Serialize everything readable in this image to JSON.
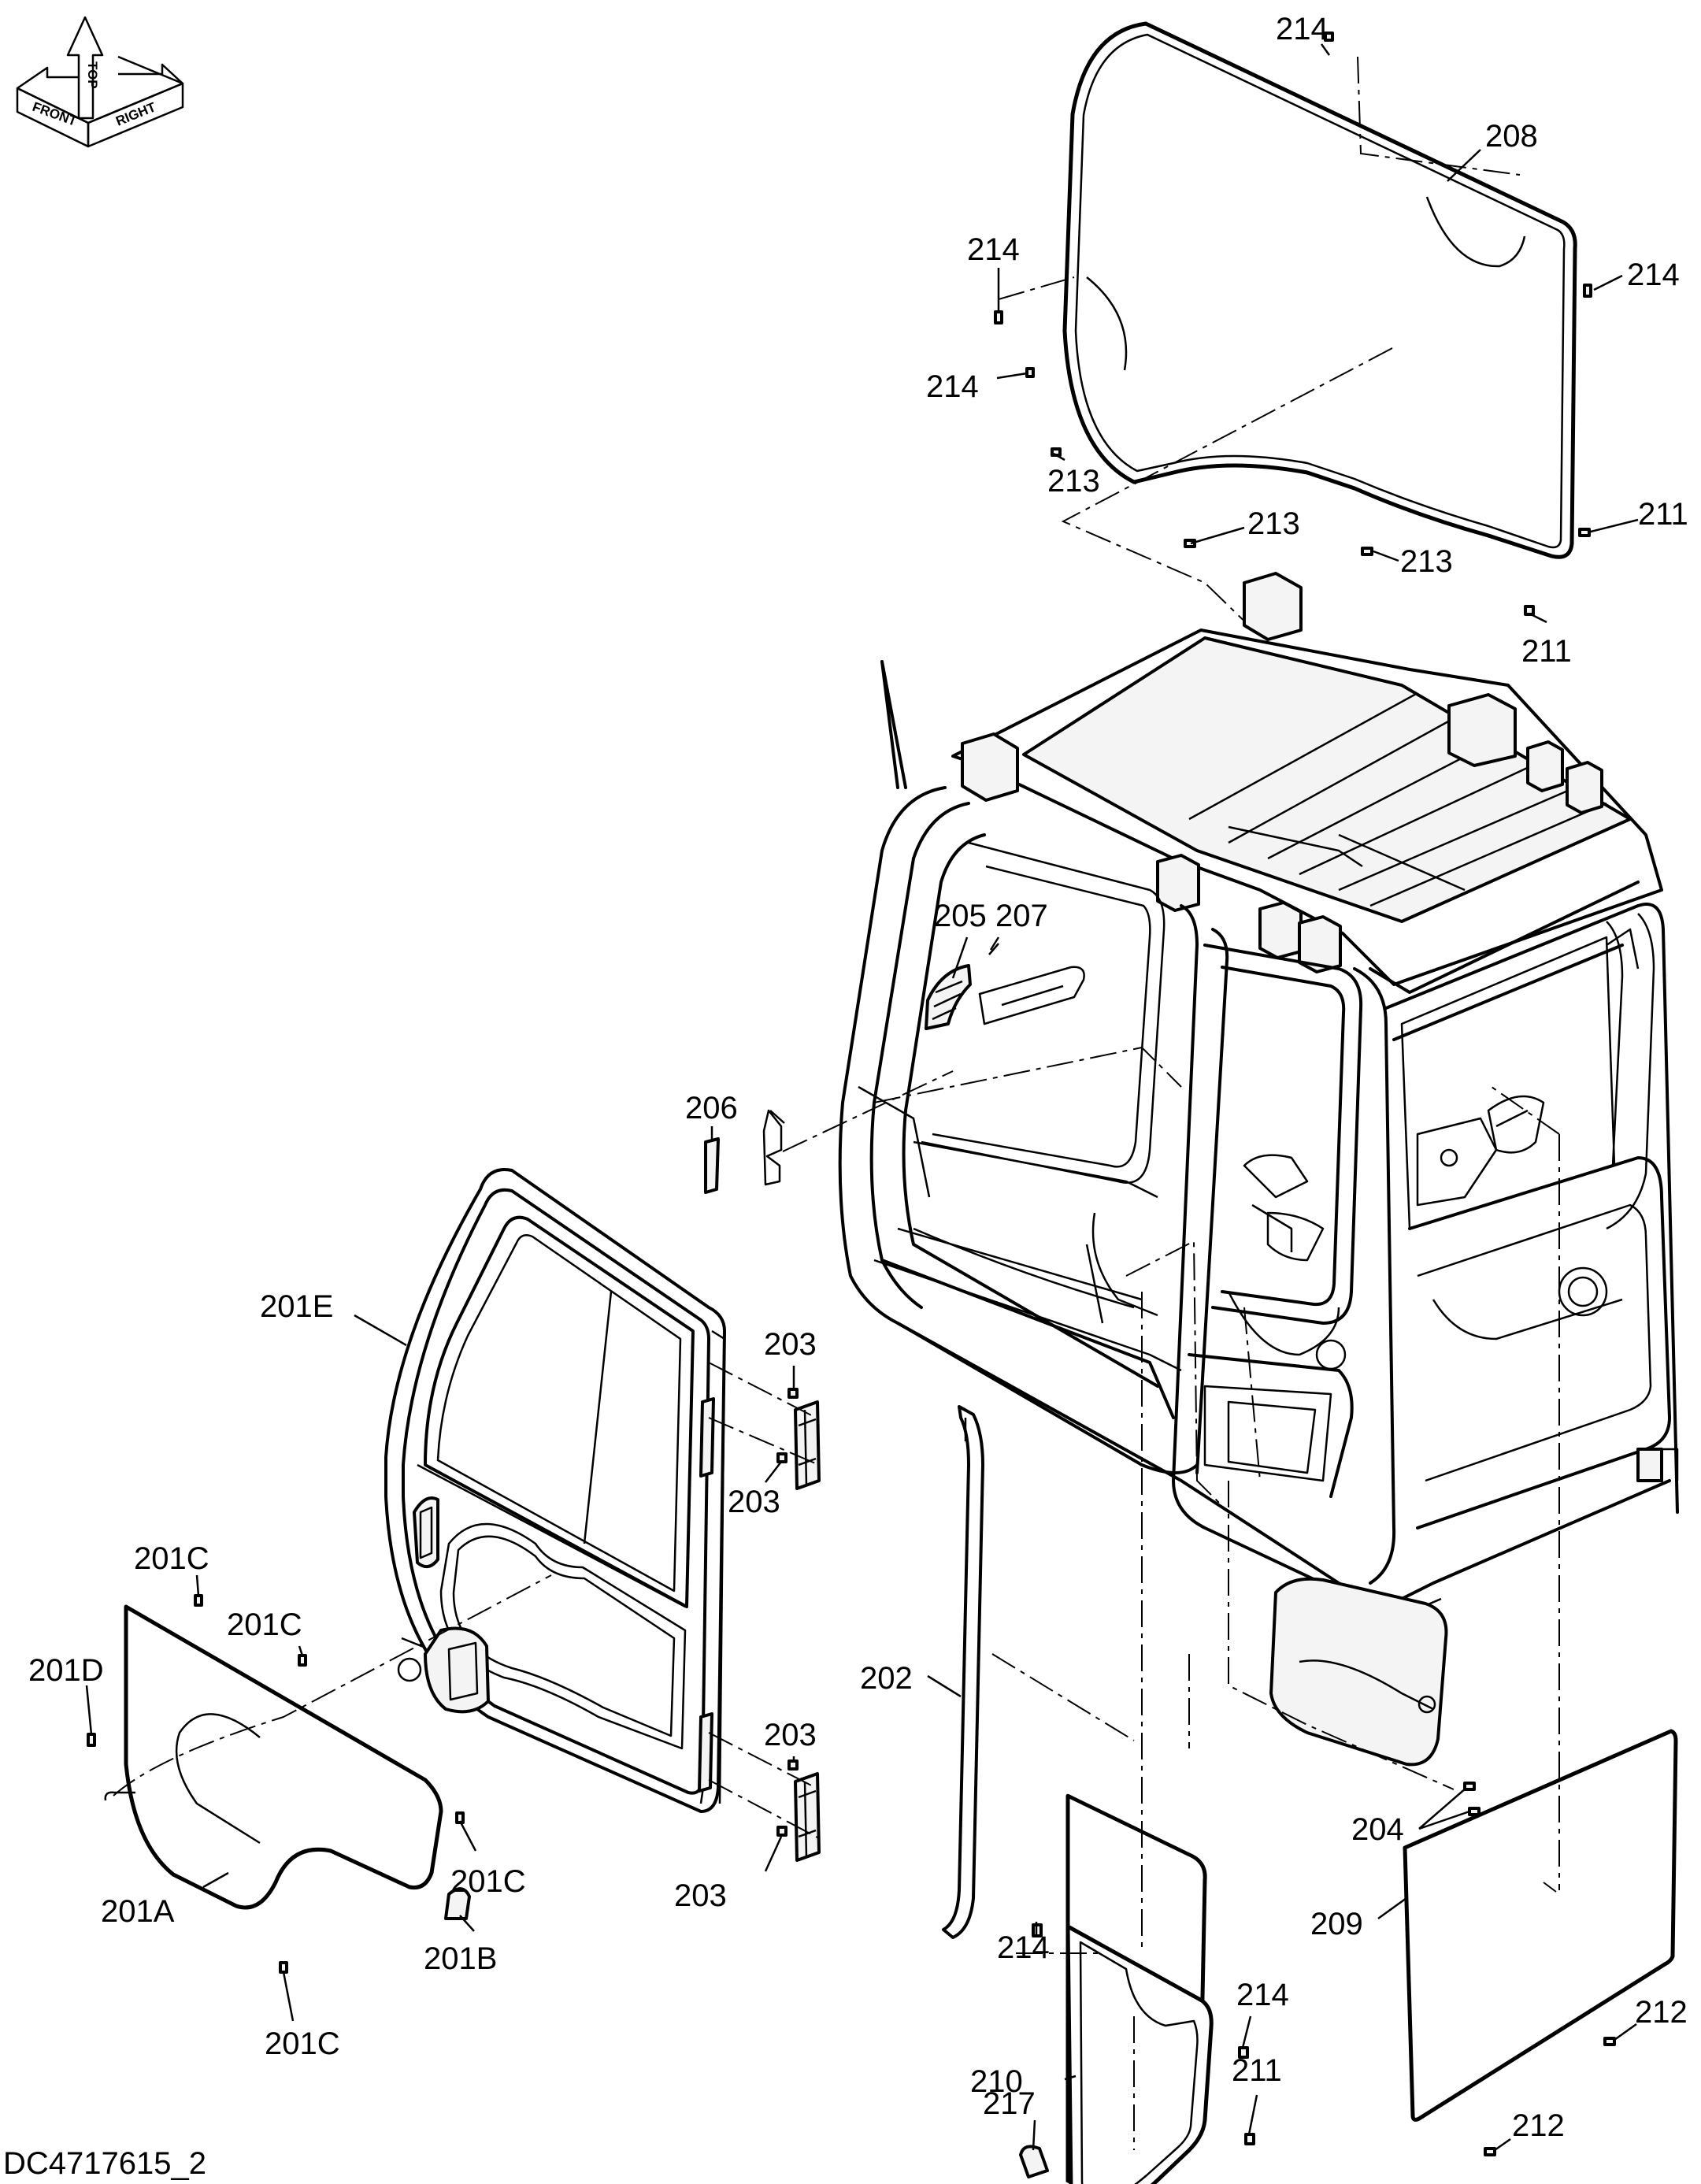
{
  "document_id": "DC4717615_2",
  "orientation_compass": {
    "labels": [
      "FRONT",
      "TOP",
      "RIGHT"
    ]
  },
  "callouts": [
    {
      "id": "c-214-a",
      "text": "214"
    },
    {
      "id": "c-208",
      "text": "208"
    },
    {
      "id": "c-214-b",
      "text": "214"
    },
    {
      "id": "c-214-c",
      "text": "214"
    },
    {
      "id": "c-214-d",
      "text": "214"
    },
    {
      "id": "c-213-a",
      "text": "213"
    },
    {
      "id": "c-213-b",
      "text": "213"
    },
    {
      "id": "c-213-c",
      "text": "213"
    },
    {
      "id": "c-211-a",
      "text": "211"
    },
    {
      "id": "c-211-b",
      "text": "211"
    },
    {
      "id": "c-205",
      "text": "205"
    },
    {
      "id": "c-207",
      "text": "207"
    },
    {
      "id": "c-206",
      "text": "206"
    },
    {
      "id": "c-201E",
      "text": "201E"
    },
    {
      "id": "c-203-a",
      "text": "203"
    },
    {
      "id": "c-203-b",
      "text": "203"
    },
    {
      "id": "c-203-c",
      "text": "203"
    },
    {
      "id": "c-203-d",
      "text": "203"
    },
    {
      "id": "c-201C-a",
      "text": "201C"
    },
    {
      "id": "c-201C-b",
      "text": "201C"
    },
    {
      "id": "c-201D",
      "text": "201D"
    },
    {
      "id": "c-201C-c",
      "text": "201C"
    },
    {
      "id": "c-201A",
      "text": "201A"
    },
    {
      "id": "c-201B",
      "text": "201B"
    },
    {
      "id": "c-201C-d",
      "text": "201C"
    },
    {
      "id": "c-202",
      "text": "202"
    },
    {
      "id": "c-214-e",
      "text": "214"
    },
    {
      "id": "c-214-f",
      "text": "214"
    },
    {
      "id": "c-210",
      "text": "210"
    },
    {
      "id": "c-211-c",
      "text": "211"
    },
    {
      "id": "c-217",
      "text": "217"
    },
    {
      "id": "c-204",
      "text": "204"
    },
    {
      "id": "c-209",
      "text": "209"
    },
    {
      "id": "c-212-a",
      "text": "212"
    },
    {
      "id": "c-212-b",
      "text": "212"
    }
  ]
}
